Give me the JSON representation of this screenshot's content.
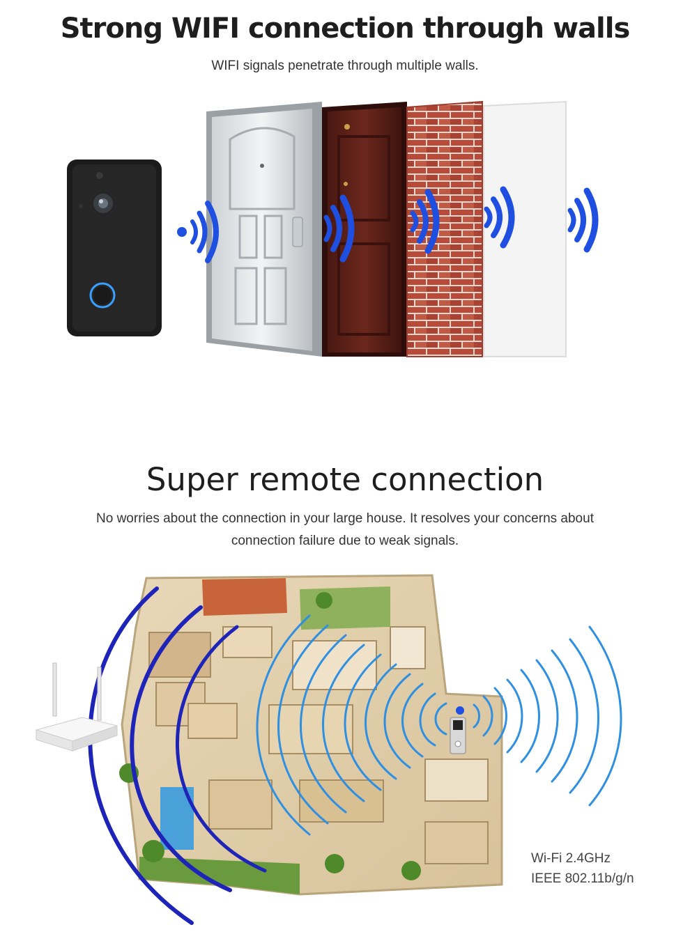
{
  "section1": {
    "title": "Strong WIFI connection through walls",
    "subtitle": "WIFI signals penetrate through multiple walls."
  },
  "section2": {
    "title": "Super remote connection",
    "subtitle": "No worries about the connection in your large house. It resolves your concerns about connection failure due to weak signals."
  },
  "specs": {
    "wifi": "Wi-Fi 2.4GHz",
    "ieee": "IEEE 802.11b/g/n"
  },
  "colors": {
    "signal_blue": "#1f4fe0",
    "signal_light": "#2f8fe0",
    "doorbell_body": "#1b1b1b",
    "brick": "#b84a3a",
    "wood_door": "#5a2018"
  },
  "icons": [
    "doorbell-icon",
    "wifi-wave-icon",
    "router-icon",
    "metal-door-icon",
    "wood-door-icon",
    "brick-wall-icon",
    "white-wall-icon",
    "house-floorplan-icon"
  ]
}
